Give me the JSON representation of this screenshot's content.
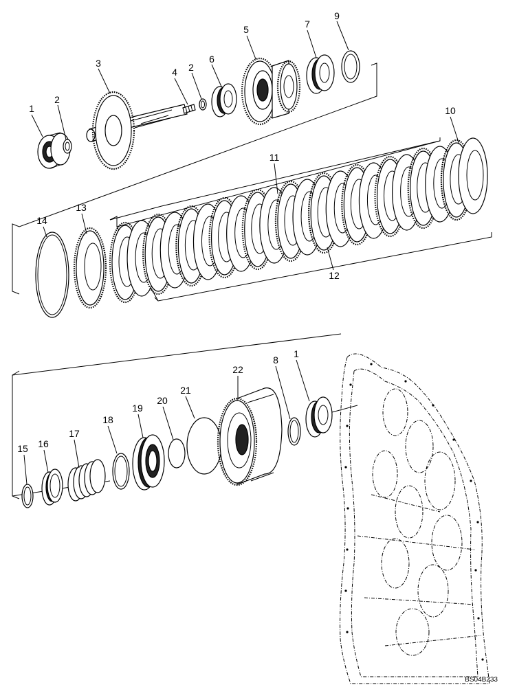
{
  "labels": {
    "l1a": "1",
    "l2a": "2",
    "l3": "3",
    "l4": "4",
    "l2b": "2",
    "l6": "6",
    "l5": "5",
    "l7": "7",
    "l9": "9",
    "l10": "10",
    "l11": "11",
    "l12": "12",
    "l13": "13",
    "l14": "14",
    "l15": "15",
    "l16": "16",
    "l17": "17",
    "l18": "18",
    "l19": "19",
    "l20": "20",
    "l21": "21",
    "l22": "22",
    "l8": "8",
    "l1b": "1"
  },
  "drawing_code": "BS04B233"
}
